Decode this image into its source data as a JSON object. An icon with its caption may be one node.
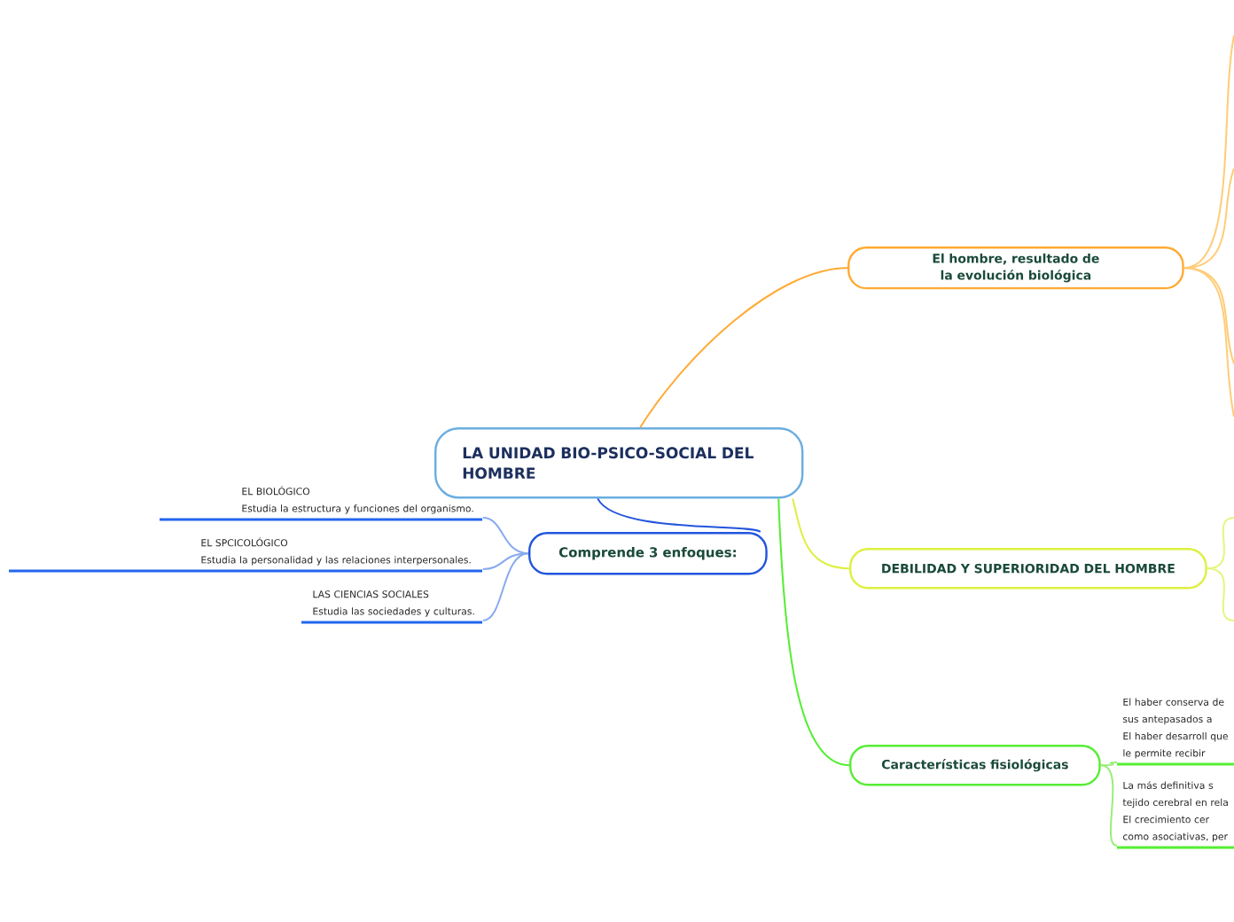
{
  "diagram": {
    "nodes": [
      {
        "text": [
          "LA UNIDAD BIO-PSICO-SOCIAL DEL HOMBRE"
        ]
      },
      {
        "text": [
          "Comprende 3 enfoques:"
        ]
      },
      {
        "text": [
          "EL BIOLÓGICO",
          "Estudia la estructura y funciones del organismo."
        ]
      },
      {
        "text": [
          "EL SPCICOLÓGICO",
          "Estudia la personalidad y las relaciones interpersonales."
        ]
      },
      {
        "text": [
          "LAS CIENCIAS SOCIALES",
          "Estudia las sociedades y culturas."
        ]
      },
      {
        "text": [
          "El hombre, resultado de la evolución biológica"
        ]
      },
      {
        "text": [
          "DEBILIDAD Y SUPERIORIDAD DEL HOMBRE"
        ]
      },
      {
        "text": [
          "Características fisiológicas"
        ]
      },
      {
        "text": [
          "El haber conserva de sus antepasados a",
          "El haber desarroll que le permite recibir"
        ]
      },
      {
        "text": [
          "La más definitiva s tejido cerebral en rela",
          "El crecimiento cer como asociativas, per"
        ]
      }
    ],
    "edges": [
      {
        "from": 0,
        "to": 1,
        "arrow": "none",
        "color": "#2255dd"
      },
      {
        "from": 0,
        "to": 5,
        "arrow": "none",
        "color": "#ffaa33"
      },
      {
        "from": 0,
        "to": 6,
        "arrow": "none",
        "color": "#ddf040"
      },
      {
        "from": 0,
        "to": 7,
        "arrow": "none",
        "color": "#55ee33"
      },
      {
        "from": 1,
        "to": 2,
        "arrow": "none",
        "color": "#88aaee"
      },
      {
        "from": 1,
        "to": 3,
        "arrow": "none",
        "color": "#88aaee"
      },
      {
        "from": 1,
        "to": 4,
        "arrow": "none",
        "color": "#88aaee"
      },
      {
        "from": 7,
        "to": 8,
        "arrow": "none",
        "color": "#99ee77"
      },
      {
        "from": 7,
        "to": 9,
        "arrow": "none",
        "color": "#99ee77"
      },
      {
        "from": 5,
        "to": null,
        "arrow": "none",
        "color": "#ffcc77"
      },
      {
        "from": 5,
        "to": null,
        "arrow": "none",
        "color": "#ffcc77"
      },
      {
        "from": 5,
        "to": null,
        "arrow": "none",
        "color": "#ffcc77"
      },
      {
        "from": 5,
        "to": null,
        "arrow": "none",
        "color": "#ffcc77"
      },
      {
        "from": 6,
        "to": null,
        "arrow": "none",
        "color": "#e6f580"
      },
      {
        "from": 6,
        "to": null,
        "arrow": "none",
        "color": "#e6f580"
      }
    ]
  }
}
